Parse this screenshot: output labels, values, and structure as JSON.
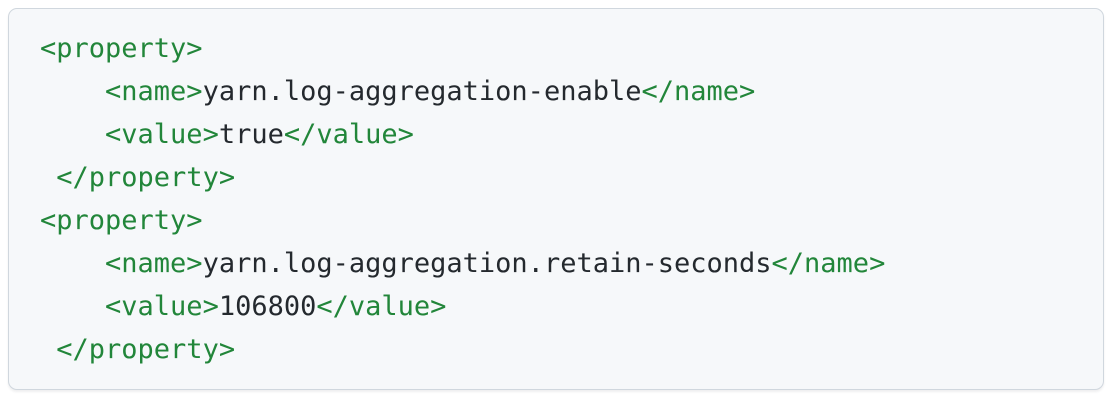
{
  "code_block": {
    "language": "xml",
    "colors": {
      "background": "#f6f8fa",
      "border": "#d0d7de",
      "tag": "#22863a",
      "text": "#24292e"
    },
    "lines": [
      {
        "segments": [
          {
            "type": "tag",
            "text": "<property>"
          }
        ]
      },
      {
        "segments": [
          {
            "type": "text",
            "text": "    "
          },
          {
            "type": "tag",
            "text": "<name>"
          },
          {
            "type": "text",
            "text": "yarn.log-aggregation-enable"
          },
          {
            "type": "tag",
            "text": "</name>"
          }
        ]
      },
      {
        "segments": [
          {
            "type": "text",
            "text": "    "
          },
          {
            "type": "tag",
            "text": "<value>"
          },
          {
            "type": "text",
            "text": "true"
          },
          {
            "type": "tag",
            "text": "</value>"
          }
        ]
      },
      {
        "segments": [
          {
            "type": "text",
            "text": " "
          },
          {
            "type": "tag",
            "text": "</property>"
          }
        ]
      },
      {
        "segments": [
          {
            "type": "tag",
            "text": "<property>"
          }
        ]
      },
      {
        "segments": [
          {
            "type": "text",
            "text": "    "
          },
          {
            "type": "tag",
            "text": "<name>"
          },
          {
            "type": "text",
            "text": "yarn.log-aggregation.retain-seconds"
          },
          {
            "type": "tag",
            "text": "</name>"
          }
        ]
      },
      {
        "segments": [
          {
            "type": "text",
            "text": "    "
          },
          {
            "type": "tag",
            "text": "<value>"
          },
          {
            "type": "text",
            "text": "106800"
          },
          {
            "type": "tag",
            "text": "</value>"
          }
        ]
      },
      {
        "segments": [
          {
            "type": "text",
            "text": " "
          },
          {
            "type": "tag",
            "text": "</property>"
          }
        ]
      }
    ]
  }
}
